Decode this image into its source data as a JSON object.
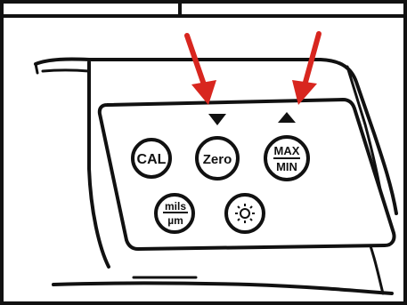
{
  "buttons": {
    "cal": "CAL",
    "zero": "Zero",
    "max": "MAX",
    "min": "MIN",
    "mils": "mils",
    "um": "µm"
  },
  "icons": {
    "down_triangle": "down-triangle-icon",
    "up_triangle": "up-triangle-icon",
    "backlight": "sun-icon",
    "pointer": "red-arrow-icon"
  },
  "colors": {
    "arrow": "#d8261f",
    "ink": "#111111",
    "background": "#ffffff"
  }
}
